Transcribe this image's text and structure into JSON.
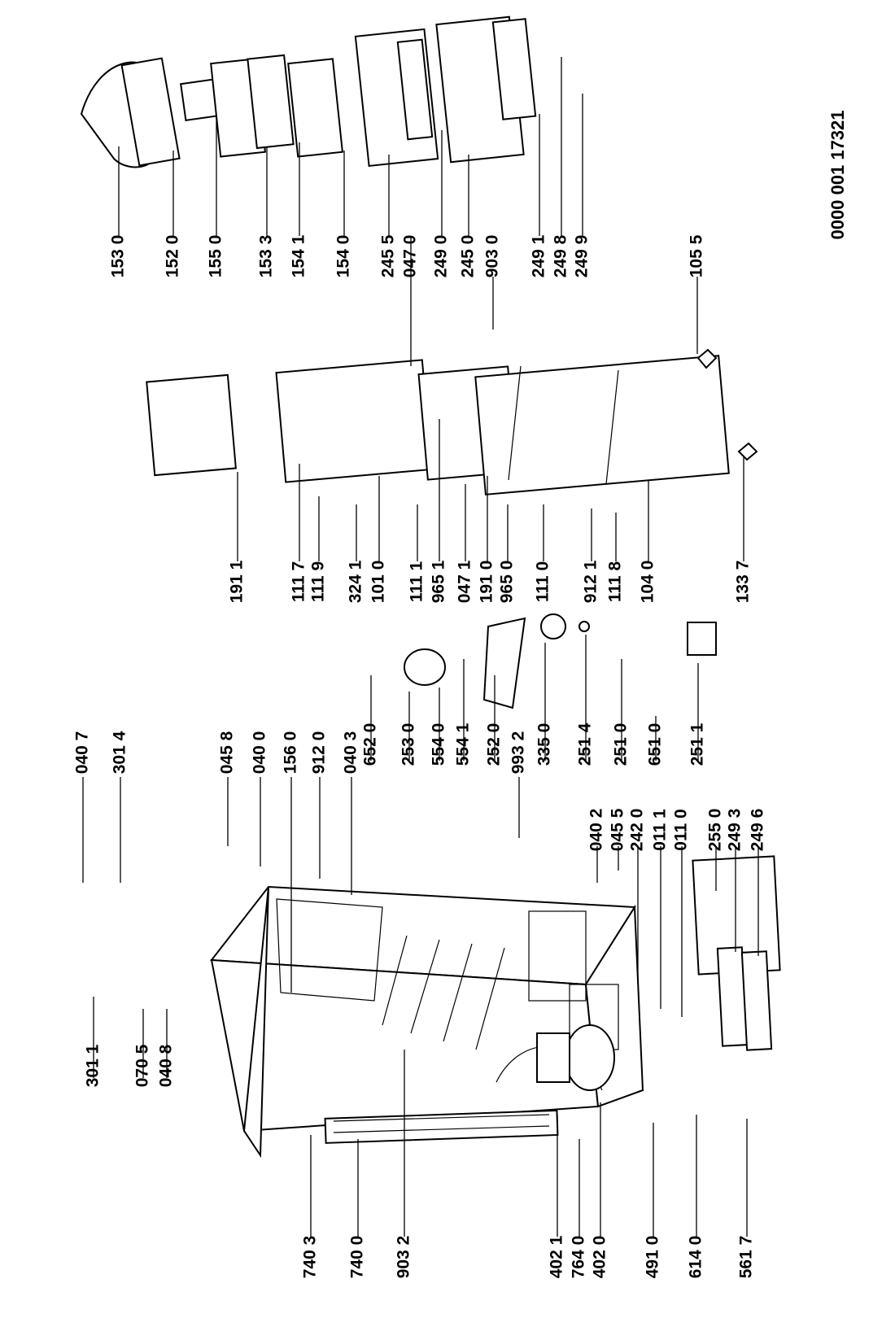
{
  "document_number": "0000 001 17321",
  "labels": [
    "153 0",
    "152 0",
    "155 0",
    "153 3",
    "154 1",
    "154 0",
    "245 5",
    "047 0",
    "249 0",
    "245 0",
    "903 0",
    "249 1",
    "249 8",
    "249 9",
    "105 5",
    "191 1",
    "111 7",
    "111 9",
    "324 1",
    "101 0",
    "111 1",
    "965 1",
    "047 1",
    "191 0",
    "965 0",
    "111 0",
    "912 1",
    "111 8",
    "104 0",
    "133 7",
    "040 7",
    "301 4",
    "045 8",
    "040 0",
    "156 0",
    "912 0",
    "040 3",
    "652 0",
    "253 0",
    "554 0",
    "554 1",
    "252 0",
    "993 2",
    "335 0",
    "251 4",
    "251 0",
    "651 0",
    "251 1",
    "040 2",
    "045 5",
    "242 0",
    "011 1",
    "011 0",
    "255 0",
    "249 3",
    "249 6",
    "301 1",
    "070 5",
    "040 8",
    "740 3",
    "740 0",
    "903 2",
    "402 1",
    "764 0",
    "402 0",
    "491 0",
    "614 0",
    "561 7"
  ]
}
